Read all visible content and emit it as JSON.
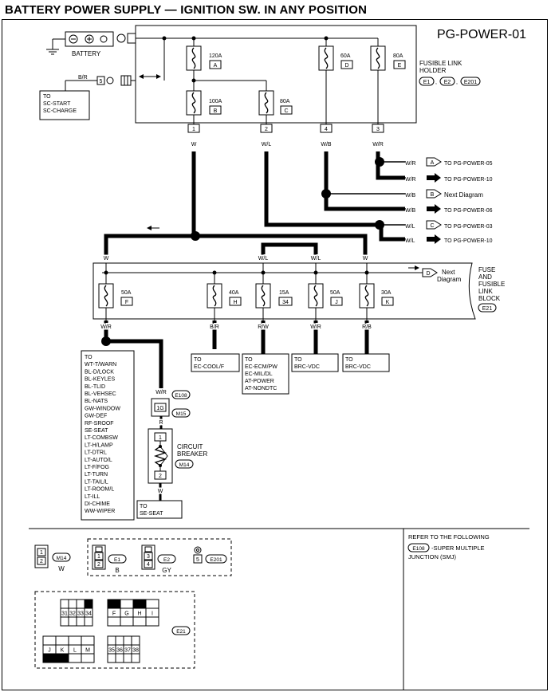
{
  "header": {
    "title": "BATTERY POWER SUPPLY — IGNITION SW. IN ANY POSITION",
    "page_id": "PG-POWER-01"
  },
  "battery": {
    "label": "BATTERY"
  },
  "holder": {
    "label_lines": [
      "FUSIBLE LINK",
      "HOLDER"
    ],
    "connectors": [
      "E1",
      "E2",
      "E201"
    ]
  },
  "start_charge": {
    "wire": "B/R",
    "pin": "5",
    "lines": [
      "TO",
      "SC-START",
      "SC-CHARGE"
    ]
  },
  "holder_fuses": [
    {
      "amp": "120A",
      "letter": "A"
    },
    {
      "amp": "100A",
      "letter": "B"
    },
    {
      "amp": "80A",
      "letter": "C"
    },
    {
      "amp": "60A",
      "letter": "D"
    },
    {
      "amp": "80A",
      "letter": "E"
    }
  ],
  "holder_outputs": [
    {
      "pin": "1",
      "wire": "W"
    },
    {
      "pin": "2",
      "wire": "W/L"
    },
    {
      "pin": "4",
      "wire": "W/B"
    },
    {
      "pin": "3",
      "wire": "W/R"
    }
  ],
  "refs": [
    {
      "wire": "W/R",
      "letter": "A",
      "dest": "TO PG-POWER-05",
      "kind": "open"
    },
    {
      "wire": "W/R",
      "letter": "",
      "dest": "TO PG-POWER-10",
      "kind": "solid"
    },
    {
      "wire": "W/B",
      "letter": "B",
      "dest": "Next Diagram",
      "kind": "open"
    },
    {
      "wire": "W/B",
      "letter": "",
      "dest": "TO PG-POWER-06",
      "kind": "solid"
    },
    {
      "wire": "W/L",
      "letter": "C",
      "dest": "TO PG-POWER-03",
      "kind": "open"
    },
    {
      "wire": "W/L",
      "letter": "",
      "dest": "TO PG-POWER-10",
      "kind": "solid"
    }
  ],
  "junction_wires": {
    "left": "W",
    "mid": "W/L",
    "mid2": "W/L",
    "right": "W"
  },
  "fuse_block": {
    "label_lines": [
      "FUSE",
      "AND",
      "FUSIBLE",
      "LINK",
      "BLOCK"
    ],
    "connector": "E21",
    "next_letter": "D",
    "next_text": [
      "Next",
      "Diagram"
    ]
  },
  "block_fuses": [
    {
      "amp": "50A",
      "letter": "F",
      "out_wire": "W/R"
    },
    {
      "amp": "40A",
      "letter": "H",
      "out_wire": "B/R"
    },
    {
      "amp": "15A",
      "letter": "34",
      "out_wire": "R/W"
    },
    {
      "amp": "50A",
      "letter": "J",
      "out_wire": "W/R"
    },
    {
      "amp": "30A",
      "letter": "K",
      "out_wire": "R/B"
    }
  ],
  "destinations": [
    {
      "lines": [
        "TO",
        "EC-COOL/F"
      ]
    },
    {
      "lines": [
        "TO",
        "EC-ECM/PW",
        "EC-MIL/DL",
        "AT-POWER",
        "AT-NONDTC"
      ]
    },
    {
      "lines": [
        "TO",
        "BRC-VDC"
      ]
    },
    {
      "lines": [
        "TO",
        "BRC-VDC"
      ]
    }
  ],
  "left_list": [
    "TO",
    "WT-T/WARN",
    "BL-D/LOCK",
    "BL-KEYLES",
    "BL-TLID",
    "BL-VEHSEC",
    "BL-NATS",
    "GW-WINDOW",
    "GW-DEF",
    "RF-SROOF",
    "SE-SEAT",
    "LT-COMBSW",
    "LT-H/LAMP",
    "LT-DTRL",
    "LT-AUTO/L",
    "LT-F/FOG",
    "LT-TURN",
    "LT-TAIL/L",
    "LT-ROOM/L",
    "LT-ILL",
    "DI-CHIME",
    "WW-WIPER"
  ],
  "breaker_branch": {
    "wire_top": "W/R",
    "conn_e": "E108",
    "pin": "1G",
    "conn_m": "M15",
    "wire_mid": "R",
    "pin1": "1",
    "pin2": "2",
    "label_lines": [
      "CIRCUIT",
      "BREAKER"
    ],
    "conn": "M14",
    "wire_bottom": "W",
    "dest": [
      "TO",
      "SE-SEAT"
    ]
  },
  "legend": {
    "m14": {
      "pins": [
        "1",
        "2"
      ],
      "conn": "M14",
      "color": "W"
    },
    "e1": {
      "pins": [
        "1",
        "2"
      ],
      "conn": "E1",
      "color": "B"
    },
    "e2": {
      "pins": [
        "3",
        "4"
      ],
      "conn": "E2",
      "color": "GY"
    },
    "e201": {
      "pin": "5",
      "conn": "E201"
    },
    "e21_conn": "E21",
    "e21_top_left": [
      "31",
      "32",
      "33",
      "34"
    ],
    "e21_top_right": [
      "F",
      "G",
      "H",
      "I"
    ],
    "e21_bottom_left": [
      "J",
      "K",
      "L",
      "M"
    ],
    "e21_bottom_right": [
      "35",
      "36",
      "37",
      "38"
    ]
  },
  "refer": {
    "lines": [
      "REFER TO THE FOLLOWING"
    ],
    "conn": "E108",
    "text": [
      "-SUPER MULTIPLE",
      "JUNCTION (SMJ)"
    ]
  }
}
